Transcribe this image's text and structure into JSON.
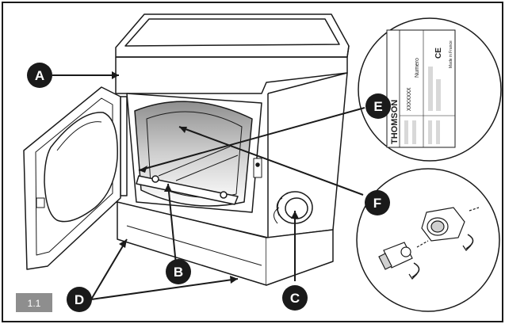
{
  "figure": {
    "label": "1.1",
    "colors": {
      "callout_fill": "#1a1a1a",
      "figure_tag_fill": "#8e8e8e",
      "line": "#1a1a1a",
      "drum_shade": "#9a9a9a"
    }
  },
  "callouts": {
    "A": "A",
    "B": "B",
    "C": "C",
    "D": "D",
    "E": "E",
    "F": "F"
  },
  "rating_plate": {
    "brand": "THOMSON",
    "serial": "XXXXXXX",
    "numero": "Numero",
    "ce": "CE",
    "made_in": "Made in France"
  },
  "icons": {
    "callout": "circle-letter-icon",
    "hose_fitting": "hose-fitting-icon"
  }
}
